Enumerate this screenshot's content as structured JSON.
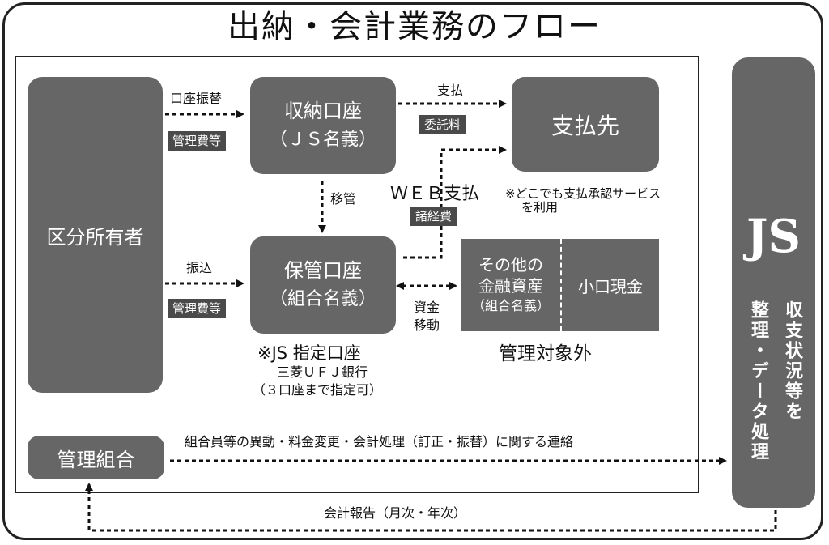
{
  "title": "出納・会計業務のフロー",
  "nodes": {
    "owner": "区分所有者",
    "collection_account": "収納口座",
    "collection_account_sub": "（ＪＳ名義）",
    "payee": "支払先",
    "custody_account": "保管口座",
    "custody_account_sub": "（組合名義）",
    "other_assets_line1": "その他の",
    "other_assets_line2": "金融資産",
    "other_assets_line3": "（組合名義）",
    "petty_cash": "小口現金",
    "association": "管理組合",
    "js": "JS",
    "js_text_left": "整理・データ処理",
    "js_text_right": "収支状況等を"
  },
  "labels": {
    "transfer": "口座振替",
    "mgmt_fee_1": "管理費等",
    "payment": "支払",
    "commission": "委託料",
    "web_payment": "ＷＥＢ支払",
    "web_service_line1": "※どこでも支払承認サービス",
    "web_service_line2": "を利用",
    "move": "移管",
    "misc_expenses": "諸経費",
    "deposit": "振込",
    "mgmt_fee_2": "管理費等",
    "fund_move_line1": "資金",
    "fund_move_line2": "移動",
    "js_designated": "※JS 指定口座",
    "bank": "三菱ＵＦＪ銀行",
    "designation_note": "（３口座まで指定可）",
    "out_of_scope": "管理対象外",
    "contact": "組合員等の異動・料金変更・会計処理（訂正・振替）に関する連絡",
    "report": "会計報告（月次・年次）"
  }
}
